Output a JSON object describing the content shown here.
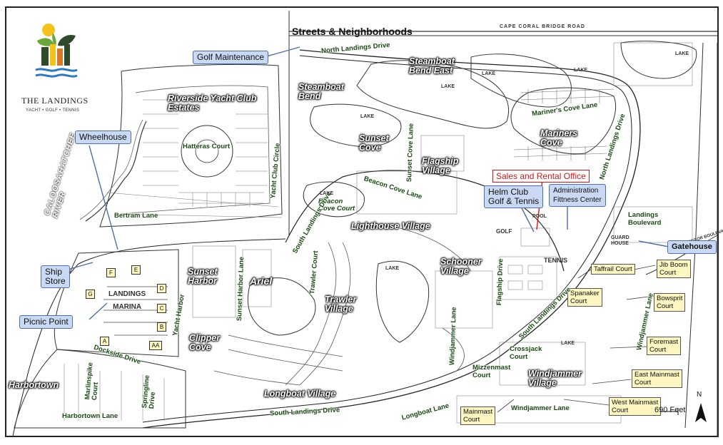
{
  "title": "Streets & Neighborhoods",
  "logo": {
    "name": "THE LANDINGS",
    "tagline": "YACHT • GOLF • TENNIS",
    "colors": {
      "sun": "#f4c21a",
      "leaf_green": "#6aa63a",
      "leaf_dark": "#2e4a2a",
      "water": "#2a78c8"
    }
  },
  "road_labels": {
    "cape_coral_bridge_road": "CAPE CORAL BRIDGE ROAD",
    "mcgregor": "McGREGOR BOULEVARD"
  },
  "callouts": {
    "golf_maintenance": "Golf Maintenance",
    "wheelhouse": "Wheelhouse",
    "ship_store": "Ship\nStore",
    "picnic_point": "Picnic Point",
    "sales_rental": "Sales and Rental Office",
    "helm_club": "Helm Club\nGolf & Tennis",
    "admin_fitness": "Administration\nFittness Center",
    "gatehouse": "Gatehouse",
    "taffrail": "Taffrail Court",
    "jib_boom": "Jib Boom\nCourt",
    "spanaker": "Spanaker\nCourt",
    "bowsprit": "Bowsprit\nCourt",
    "foremast": "Foremast\nCourt",
    "east_mainmast": "East Mainmast\nCourt",
    "west_mainmast": "West Mainmast\nCourt",
    "mainmast": "Mainmast\nCourt"
  },
  "neighborhoods": {
    "riverside": "Riverside Yacht Club\nEstates",
    "steamboat_bend": "Steamboat\nBend",
    "steamboat_bend_east": "Steamboat\nBend East",
    "mariners_cove": "Mariners\nCove",
    "sunset_cove": "Sunset\nCove",
    "flagship_village": "Flagship\nVillage",
    "lighthouse_village": "Lighthouse Village",
    "sunset_harbor": "Sunset\nHarbor",
    "ariel": "Ariel",
    "schooner_village": "Schooner\nVillage",
    "trawler_village": "Trawler\nVillage",
    "clipper_cove": "Clipper\nCove",
    "longboat_village": "Longboat Village",
    "windjammer_village": "Windjammer\nVillage",
    "harbortown": "Harbortown"
  },
  "streets": {
    "north_landings_drive": "North Landings Drive",
    "north_landings_drive_east": "North Landings Drive",
    "hatteras_court": "Hatteras Court",
    "yacht_club_circle": "Yacht Club Circle",
    "sunset_cove_lane": "Sunset Cove Lane",
    "mariners_cove_lane": "Mariner's Cove Lane",
    "beacon_cove_lane": "Beacon Cove Lane",
    "beacon_cove_court": "Beacon\nCove Court",
    "bertram_lane": "Bertram Lane",
    "south_landings_drive_nw": "South Landings Drive",
    "south_landings_drive_e": "South Landings Drive",
    "south_landings_drive_s": "South Landings Drive",
    "landings_boulevard": "Landings\nBoulevard",
    "sunset_harbor_lane": "Sunset Harbor Lane",
    "trawler_court": "Trawler Court",
    "flagship_drive": "Flagship Drive",
    "yacht_harbor_drive": "Yacht Harbor",
    "windjammer_lane_v": "Windjammer Lane",
    "windjammer_lane_east": "Windjammer Lane",
    "windjammer_lane_bottom": "Windjammer Lane",
    "dockside_drive": "Dockside Drive",
    "marlinspike_court": "Marlinspike\nCourt",
    "springline_drive": "Springline\nDrive",
    "harbortown_lane": "Harbortown Lane",
    "longboat_lane": "Longboat Lane",
    "crossjack_court": "Crossjack\nCourt",
    "mizzenmast_court": "Mizzenmast\nCourt"
  },
  "river": "CALOOSAHATCHEE\nRIVER",
  "marina": {
    "label": "LANDINGS\n\nMARINA",
    "docks": [
      "F",
      "E",
      "G",
      "D",
      "C",
      "B",
      "A",
      "AA"
    ]
  },
  "lakes": [
    "LAKE",
    "LAKE",
    "LAKE",
    "LAKE",
    "LAKE",
    "LAKE",
    "LAKE",
    "LAKE"
  ],
  "facility_words": {
    "golf": "GOLF",
    "tennis": "TENNIS",
    "guard_house": "GUARD\nHOUSE",
    "pool": "POOL"
  },
  "scale": "690 Feet",
  "north": "N"
}
